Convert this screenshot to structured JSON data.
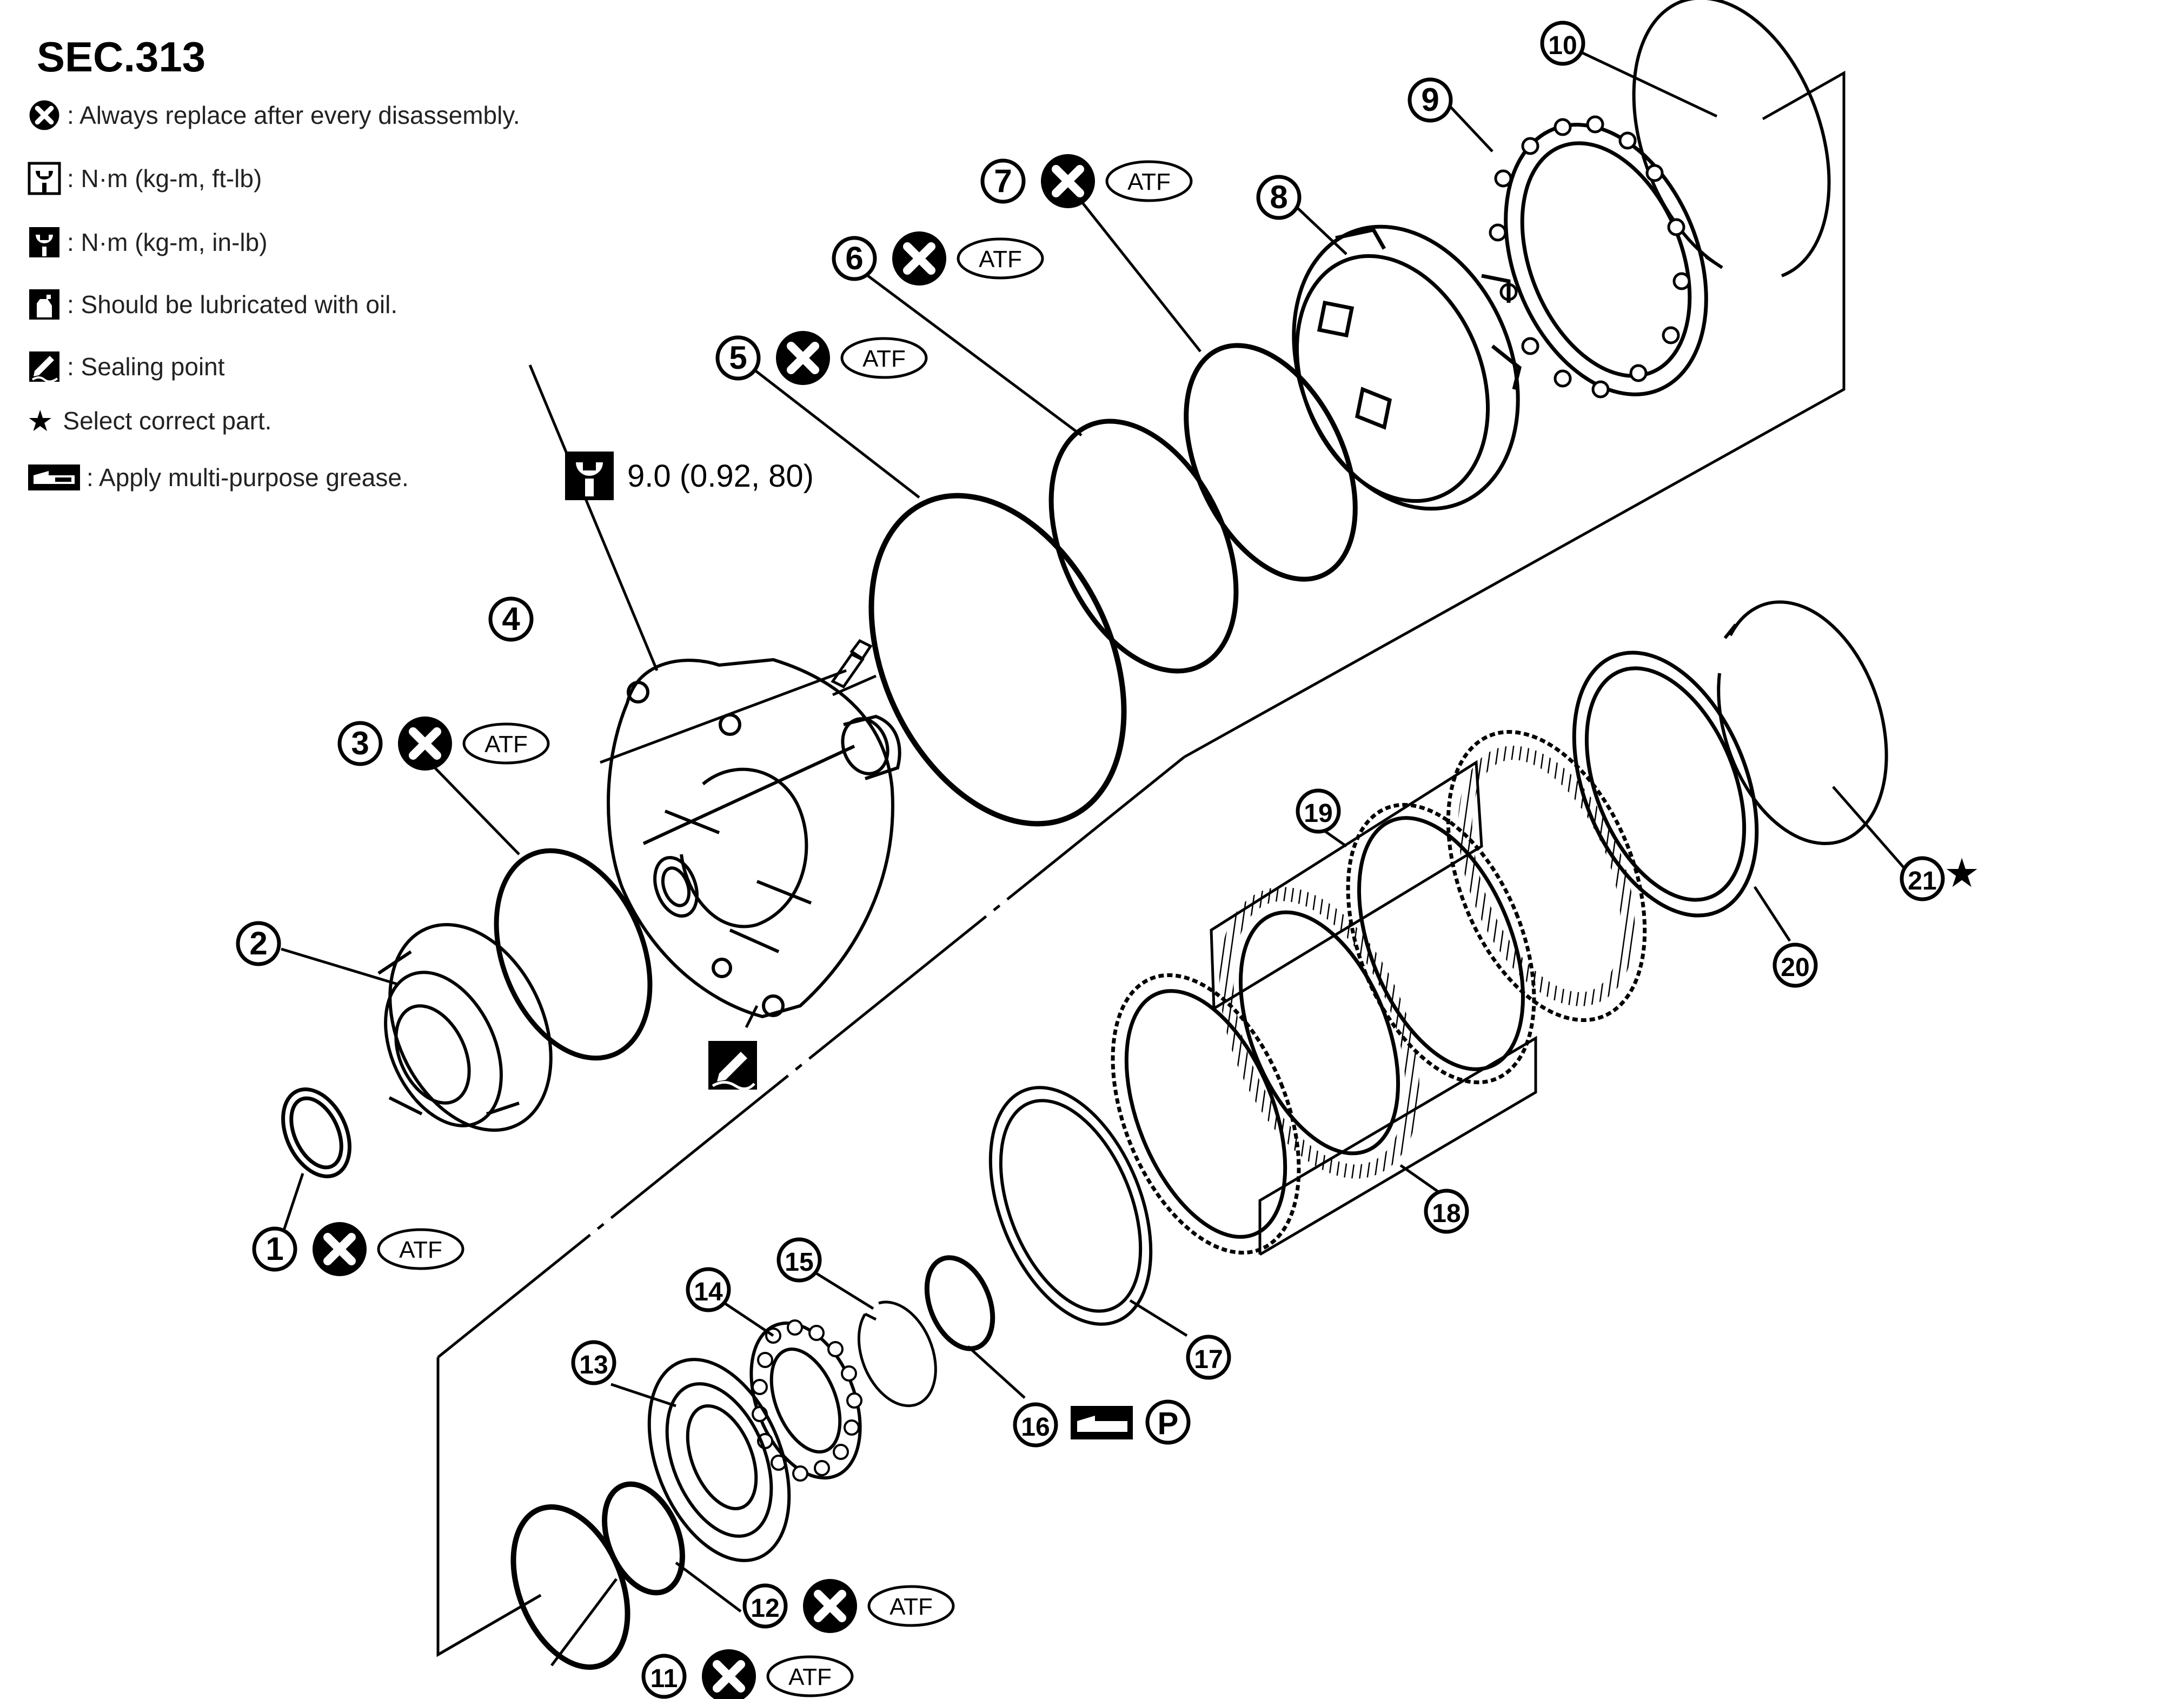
{
  "section": "SEC.313",
  "legend": [
    {
      "icon": "replace-x-icon",
      "text": ": Always replace after every disassembly."
    },
    {
      "icon": "torque-ftlb-icon",
      "text": ": N·m (kg-m, ft-lb)"
    },
    {
      "icon": "torque-inlb-icon",
      "text": ": N·m (kg-m, in-lb)"
    },
    {
      "icon": "oil-can-icon",
      "text": ": Should be lubricated with oil."
    },
    {
      "icon": "sealing-point-icon",
      "text": ": Sealing point"
    },
    {
      "icon": "star-icon",
      "text": "Select correct part."
    },
    {
      "icon": "grease-icon",
      "text": ": Apply multi-purpose grease."
    }
  ],
  "torque_spec": "9.0 (0.92, 80)",
  "atf_label": "ATF",
  "petroleum_label": "P",
  "part_numbers": [
    "1",
    "2",
    "3",
    "4",
    "5",
    "6",
    "7",
    "8",
    "9",
    "10",
    "11",
    "12",
    "13",
    "14",
    "15",
    "16",
    "17",
    "18",
    "19",
    "20",
    "21"
  ],
  "star_symbol": "★"
}
